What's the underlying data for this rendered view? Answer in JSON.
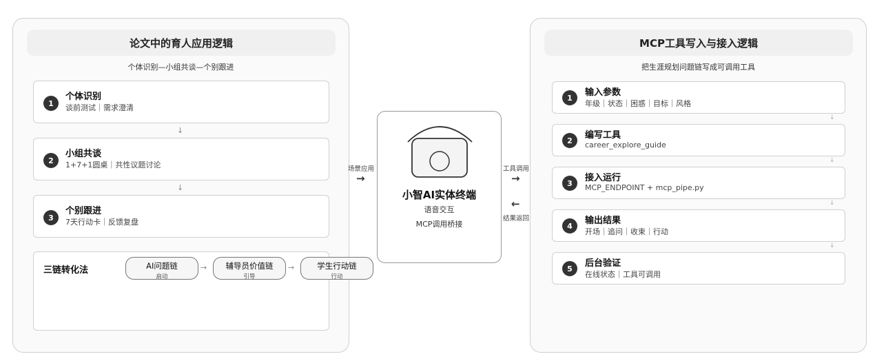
{
  "left_panel": {
    "title": "论文中的育人应用逻辑",
    "subtitle": "个体识别—小组共谈—个别跟进",
    "steps": [
      {
        "num": "1",
        "title": "个体识别",
        "desc": "谈前测试｜需求澄清"
      },
      {
        "num": "2",
        "title": "小组共谈",
        "desc": "1+7+1圆桌｜共性议题讨论"
      },
      {
        "num": "3",
        "title": "个别跟进",
        "desc": "7天行动卡｜反馈复盘"
      }
    ],
    "chain": {
      "title": "三链转化法",
      "links": [
        {
          "label": "AI问题链",
          "sub": "启动"
        },
        {
          "label": "辅导员价值链",
          "sub": "引导"
        },
        {
          "label": "学生行动链",
          "sub": "行动"
        }
      ]
    }
  },
  "center": {
    "title": "小智AI实体终端",
    "line1": "语音交互",
    "line2": "MCP调用桥接",
    "left_connector_label": "场景应用",
    "right_top_label": "工具调用",
    "right_bottom_label": "结果返回"
  },
  "right_panel": {
    "title": "MCP工具写入与接入逻辑",
    "subtitle": "把生涯规划问题链写成可调用工具",
    "steps": [
      {
        "num": "1",
        "title": "输入参数",
        "desc": "年级｜状态｜困惑｜目标｜风格"
      },
      {
        "num": "2",
        "title": "编写工具",
        "desc": "career_explore_guide"
      },
      {
        "num": "3",
        "title": "接入运行",
        "desc": "MCP_ENDPOINT + mcp_pipe.py"
      },
      {
        "num": "4",
        "title": "输出结果",
        "desc": "开场｜追问｜收束｜行动"
      },
      {
        "num": "5",
        "title": "后台验证",
        "desc": "在线状态｜工具可调用"
      }
    ]
  },
  "icons": {
    "arrow_right": "→",
    "arrow_left": "←",
    "arrow_down": "↓"
  }
}
